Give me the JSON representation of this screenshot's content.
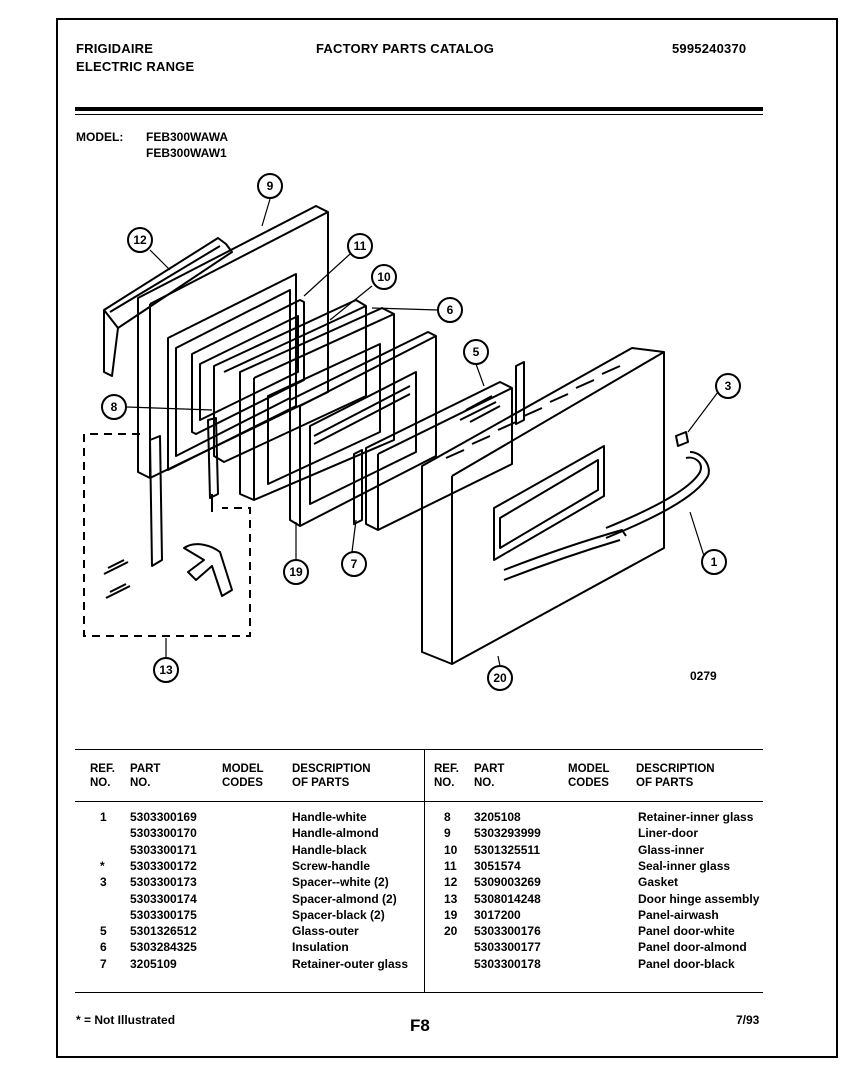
{
  "header": {
    "brand": "FRIGIDAIRE",
    "product": "ELECTRIC RANGE",
    "catalog_title": "FACTORY PARTS CATALOG",
    "catalog_number": "5995240370"
  },
  "model": {
    "label": "MODEL:",
    "values": [
      "FEB300WAWA",
      "FEB300WAW1"
    ]
  },
  "diagram": {
    "callouts": [
      "1",
      "3",
      "5",
      "6",
      "7",
      "8",
      "9",
      "10",
      "11",
      "12",
      "13",
      "19",
      "20"
    ],
    "figure_code": "0279"
  },
  "table": {
    "columns": {
      "ref_no": "REF.\nNO.",
      "part_no": "PART\nNO.",
      "model_codes": "MODEL\nCODES",
      "description": "DESCRIPTION\nOF PARTS"
    },
    "left_rows": [
      {
        "ref": "1",
        "part": "5303300169",
        "desc": "Handle-white"
      },
      {
        "ref": "",
        "part": "5303300170",
        "desc": "Handle-almond"
      },
      {
        "ref": "",
        "part": "5303300171",
        "desc": "Handle-black"
      },
      {
        "ref": "*",
        "part": "5303300172",
        "desc": "Screw-handle"
      },
      {
        "ref": "3",
        "part": "5303300173",
        "desc": "Spacer--white (2)"
      },
      {
        "ref": "",
        "part": "5303300174",
        "desc": "Spacer-almond (2)"
      },
      {
        "ref": "",
        "part": "5303300175",
        "desc": "Spacer-black (2)"
      },
      {
        "ref": "5",
        "part": "5301326512",
        "desc": "Glass-outer"
      },
      {
        "ref": "6",
        "part": "5303284325",
        "desc": "Insulation"
      },
      {
        "ref": "7",
        "part": "3205109",
        "desc": "Retainer-outer glass"
      }
    ],
    "right_rows": [
      {
        "ref": "8",
        "part": "3205108",
        "desc": "Retainer-inner glass"
      },
      {
        "ref": "9",
        "part": "5303293999",
        "desc": "Liner-door"
      },
      {
        "ref": "10",
        "part": "5301325511",
        "desc": "Glass-inner"
      },
      {
        "ref": "11",
        "part": "3051574",
        "desc": "Seal-inner glass"
      },
      {
        "ref": "12",
        "part": "5309003269",
        "desc": "Gasket"
      },
      {
        "ref": "13",
        "part": "5308014248",
        "desc": "Door hinge assembly"
      },
      {
        "ref": "19",
        "part": "3017200",
        "desc": "Panel-airwash"
      },
      {
        "ref": "20",
        "part": "5303300176",
        "desc": "Panel door-white"
      },
      {
        "ref": "",
        "part": "5303300177",
        "desc": "Panel door-almond"
      },
      {
        "ref": "",
        "part": "5303300178",
        "desc": "Panel door-black"
      }
    ]
  },
  "footer": {
    "note": "* = Not Illustrated",
    "page": "F8",
    "date": "7/93"
  }
}
